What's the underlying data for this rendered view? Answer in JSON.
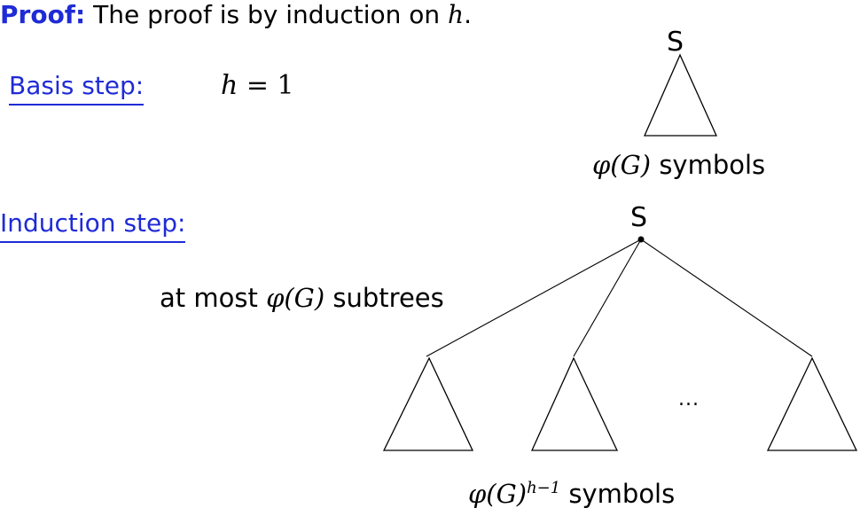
{
  "proof": {
    "label": "Proof:",
    "text_before": "The proof is by induction on",
    "var": "h",
    "period": "."
  },
  "basis": {
    "label": "Basis step:",
    "eq_var": "h",
    "eq_rest": " = 1",
    "root_label": "S",
    "symbols_fn": "φ(G)",
    "symbols_text": " symbols"
  },
  "induction": {
    "label": "Induction step:",
    "root_label": "S",
    "subtrees_prefix": "at most ",
    "subtrees_fn": "φ(G)",
    "subtrees_suffix": " subtrees",
    "dots": "...",
    "symbols_fn": "φ(G)",
    "symbols_exp": "h−1",
    "symbols_text": " symbols"
  }
}
